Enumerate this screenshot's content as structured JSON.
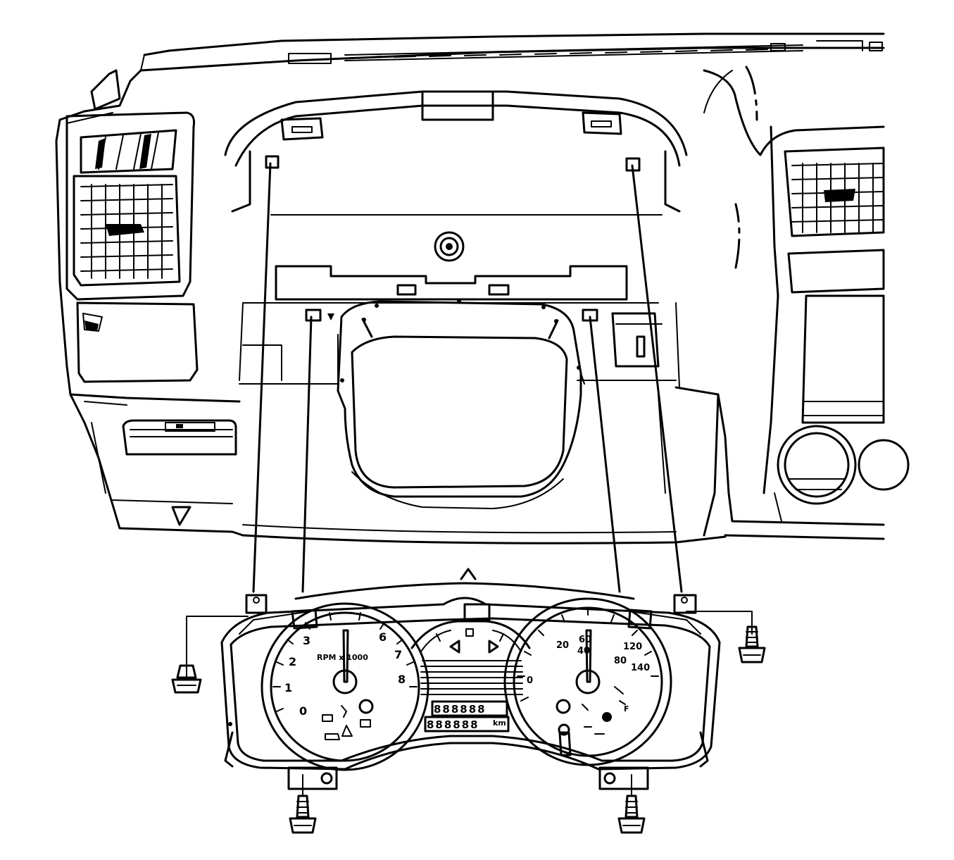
{
  "diagram": {
    "tachometer": {
      "label": "RPM x 1000",
      "numerals": [
        "0",
        "1",
        "2",
        "3",
        "6",
        "7",
        "8"
      ]
    },
    "speedometer": {
      "numerals": [
        "0",
        "20",
        "40",
        "60",
        "80",
        "120",
        "140"
      ]
    },
    "odometer": {
      "display_top": "888888",
      "display_bottom": "888888",
      "unit": "km"
    },
    "colors": {
      "line": "#000000",
      "background": "#ffffff"
    }
  }
}
